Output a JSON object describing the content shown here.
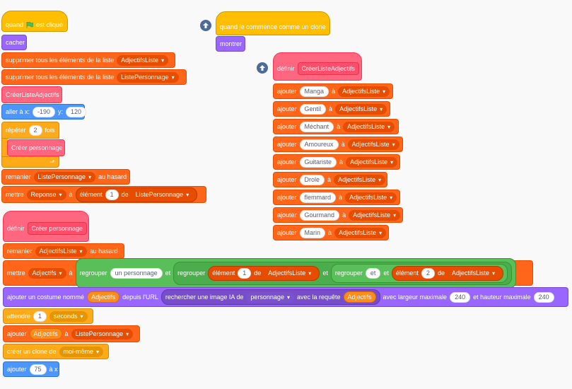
{
  "script1": {
    "hat_when": "quand",
    "hat_clicked": "est cliqué",
    "hide": "cacher",
    "delete_all_1": "supprimer tous les éléments de la liste",
    "delete_list_1": "AdjectifsListe",
    "delete_all_2": "supprimer tous les éléments de la liste",
    "delete_list_2": "ListePersonnage",
    "call_create_adj": "CréerListeAdjectifs",
    "goto": "aller à x:",
    "goto_x": "-190",
    "goto_y_label": "y:",
    "goto_y": "120",
    "repeat": "répéter",
    "repeat_count": "2",
    "repeat_times": "fois",
    "call_create_char": "Créer personnage",
    "shuffle": "remanier",
    "shuffle_list": "ListePersonnage",
    "shuffle_random": "au hasard",
    "set": "mettre",
    "set_var": "Reponse",
    "set_to": "à",
    "item": "élément",
    "item_index": "1",
    "item_of": "de",
    "item_list": "ListePersonnage"
  },
  "script2": {
    "hat": "quand je commence comme un clone",
    "show": "montrer"
  },
  "script3": {
    "define": "définir",
    "proc_name": "CréerListeAdjectifs",
    "add_label": "ajouter",
    "to_label": "à",
    "items": [
      {
        "value": "Manga",
        "list": "AdjectifsListe"
      },
      {
        "value": "Gentil",
        "list": "AdjectifsListe"
      },
      {
        "value": "Méchant",
        "list": "AdjectifsListe"
      },
      {
        "value": "Amoureux",
        "list": "AdjectifsListe"
      },
      {
        "value": "Guitariste",
        "list": "AdjectifsListe"
      },
      {
        "value": "Drole",
        "list": "AdjectifsListe"
      },
      {
        "value": "flemmard",
        "list": "AdjectifsListe"
      },
      {
        "value": "Gourmand",
        "list": "AdjectifsListe"
      },
      {
        "value": "Marin",
        "list": "AdjectifsListe"
      }
    ]
  },
  "script4": {
    "define": "définir",
    "proc_name": "Créer personnage",
    "shuffle": "remanier",
    "shuffle_list": "AdjectifsListe",
    "shuffle_random": "au hasard",
    "set": "mettre",
    "set_var": "Adjectifs",
    "set_to": "à",
    "join1": "regrouper",
    "join1_text": "un personnage",
    "join1_and": "et",
    "join2": "regrouper",
    "item1": "élément",
    "item1_index": "1",
    "item1_of": "de",
    "item1_list": "AdjectifsListe",
    "join2_and": "et",
    "join3": "regrouper",
    "join3_text": "et",
    "join3_and": "et",
    "item2": "élément",
    "item2_index": "2",
    "item2_of": "de",
    "item2_list": "AdjectifsListe",
    "costume_add": "ajouter un costume nommé",
    "costume_name": "Adjectifs",
    "costume_from": "depuis l'URL",
    "search_image": "rechercher une image IA de",
    "search_subject": "personnage",
    "search_query": "avec la requête",
    "search_query_var": "Adjectifs",
    "max_width": "avec largeur maximale",
    "max_width_val": "240",
    "max_height": "et hauteur maximale",
    "max_height_val": "240",
    "wait": "attendre",
    "wait_val": "1",
    "wait_unit": "seconds",
    "add": "ajouter",
    "add_value": "Adjectifs",
    "add_to": "à",
    "add_list": "ListePersonnage",
    "clone": "créer un clone de",
    "clone_target": "moi-même",
    "add_x": "ajouter",
    "add_x_val": "75",
    "add_x_suffix": "à x"
  },
  "colors": {
    "events": "#ffbf00",
    "looks": "#9966ff",
    "data_list": "#ff661a",
    "my_blocks": "#ff6680",
    "motion": "#4c97ff",
    "control": "#ffab19",
    "operators": "#59c059",
    "flag": "#4cbf56"
  }
}
